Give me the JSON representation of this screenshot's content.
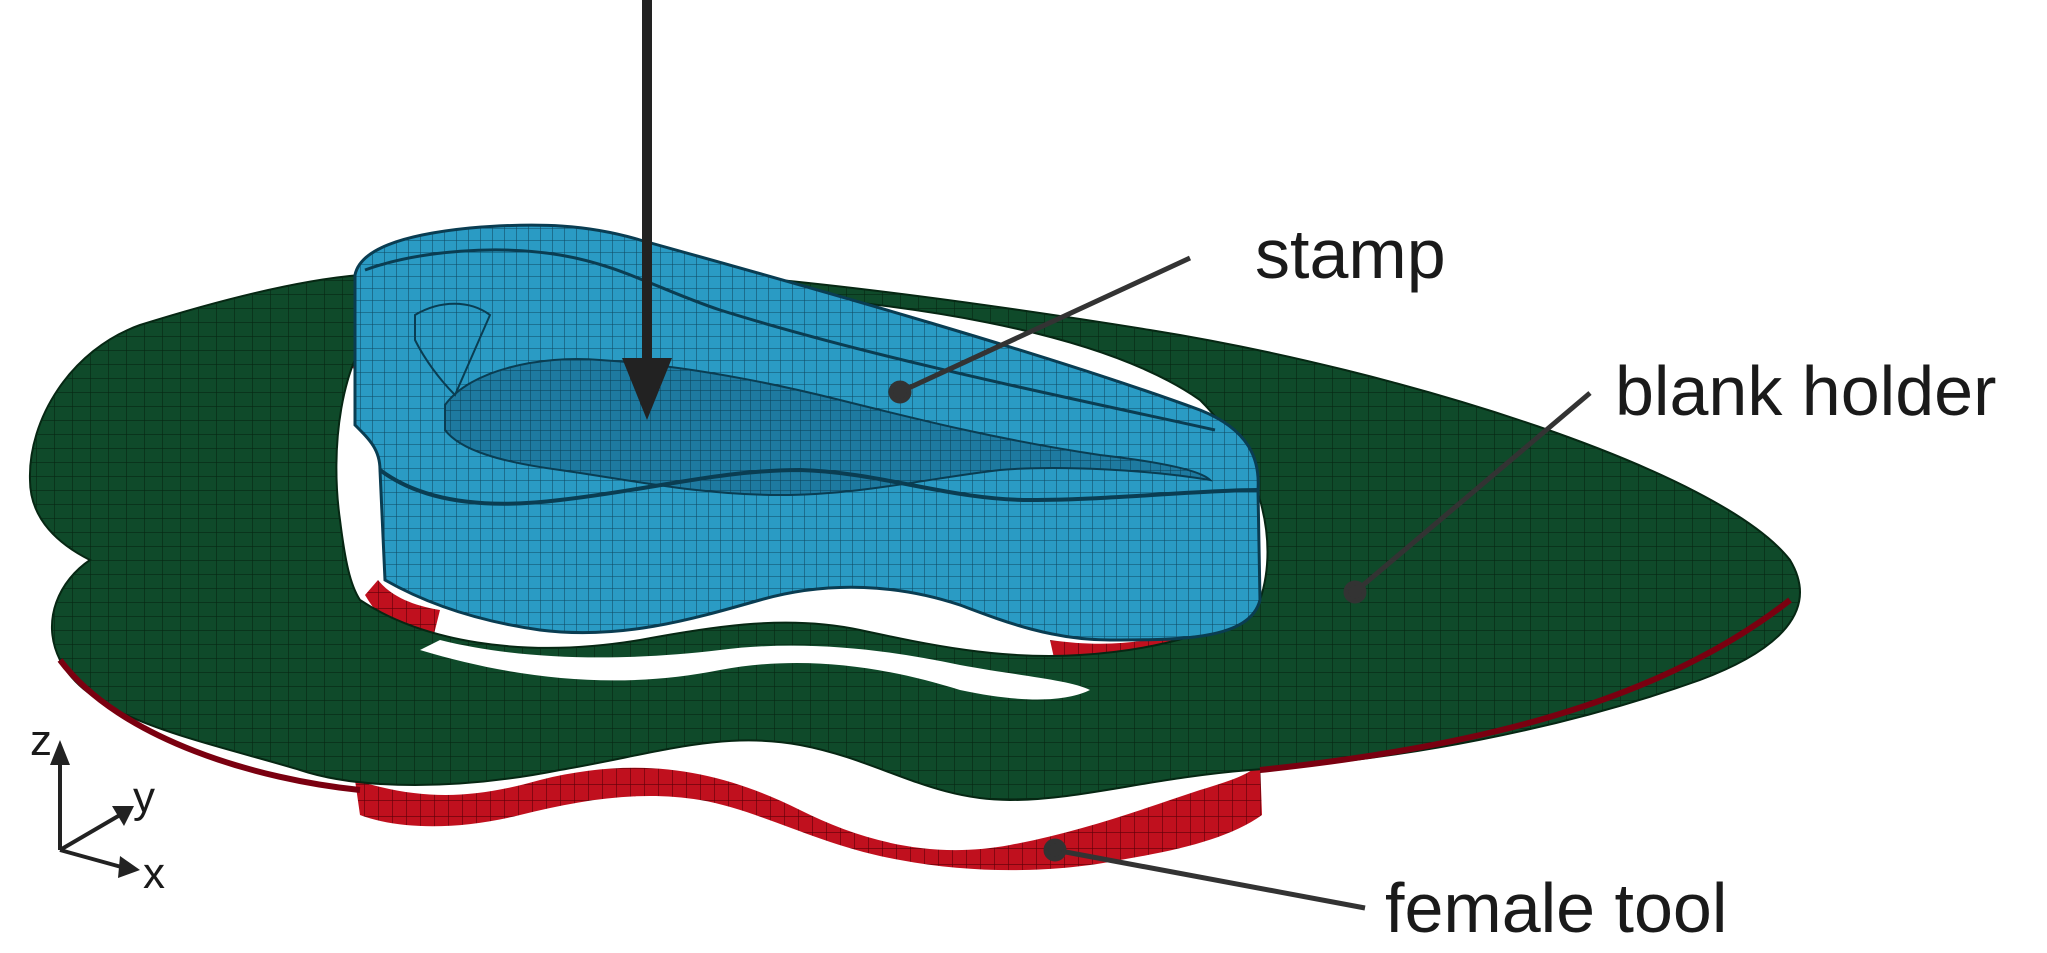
{
  "labels": {
    "stamp": "stamp",
    "blank_holder": "blank holder",
    "female_tool": "female tool"
  },
  "axes": {
    "z": "z",
    "y": "y",
    "x": "x"
  },
  "colors": {
    "stamp": "#2a9bc4",
    "blank_holder": "#0f4a2a",
    "female_tool": "#c0101e",
    "leader": "#333333",
    "arrow": "#222222"
  }
}
